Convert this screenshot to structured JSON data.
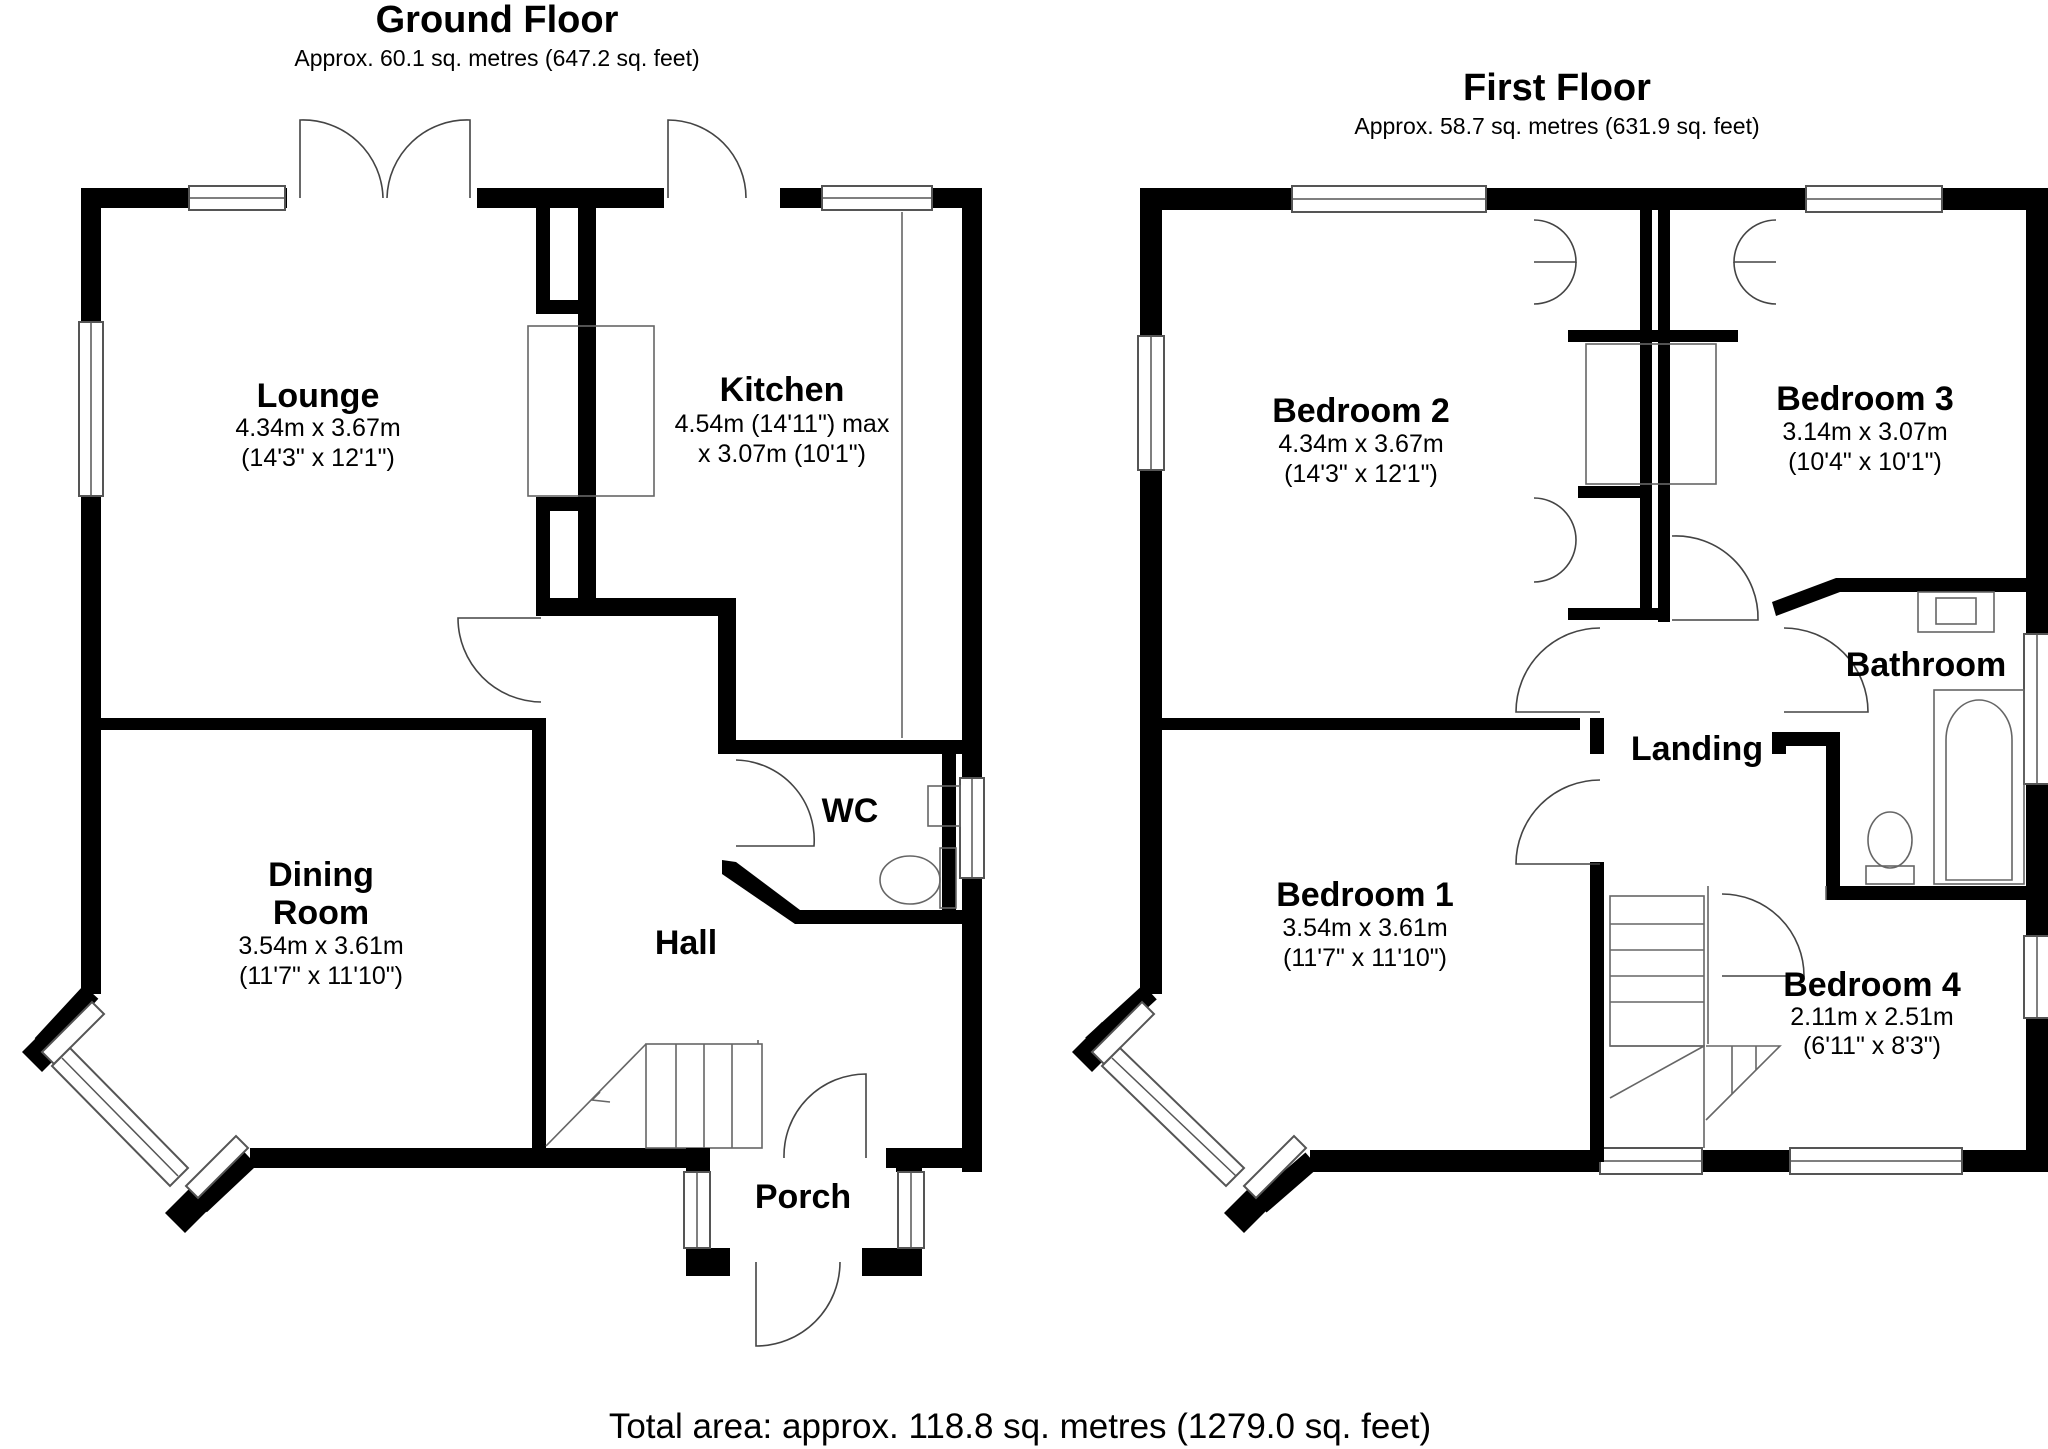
{
  "ground_floor": {
    "title": "Ground Floor",
    "area": "Approx. 60.1 sq. metres (647.2 sq. feet)",
    "rooms": {
      "lounge": {
        "name": "Lounge",
        "dim_m": "4.34m x 3.67m",
        "dim_ft": "(14'3\" x 12'1\")"
      },
      "kitchen": {
        "name": "Kitchen",
        "dim_m": "4.54m (14'11\") max",
        "dim_ft": "x 3.07m (10'1\")"
      },
      "wc": {
        "name": "WC"
      },
      "dining": {
        "name_line1": "Dining",
        "name_line2": "Room",
        "dim_m": "3.54m x 3.61m",
        "dim_ft": "(11'7\" x 11'10\")"
      },
      "hall": {
        "name": "Hall"
      },
      "porch": {
        "name": "Porch"
      }
    }
  },
  "first_floor": {
    "title": "First Floor",
    "area": "Approx. 58.7 sq. metres (631.9 sq. feet)",
    "rooms": {
      "bedroom2": {
        "name": "Bedroom 2",
        "dim_m": "4.34m x 3.67m",
        "dim_ft": "(14'3\" x 12'1\")"
      },
      "bedroom3": {
        "name": "Bedroom 3",
        "dim_m": "3.14m x 3.07m",
        "dim_ft": "(10'4\" x 10'1\")"
      },
      "bathroom": {
        "name": "Bathroom"
      },
      "landing": {
        "name": "Landing"
      },
      "bedroom1": {
        "name": "Bedroom 1",
        "dim_m": "3.54m x 3.61m",
        "dim_ft": "(11'7\" x 11'10\")"
      },
      "bedroom4": {
        "name": "Bedroom 4",
        "dim_m": "2.11m x 2.51m",
        "dim_ft": "(6'11\" x 8'3\")"
      }
    }
  },
  "total_area": "Total area: approx. 118.8 sq. metres (1279.0 sq. feet)"
}
